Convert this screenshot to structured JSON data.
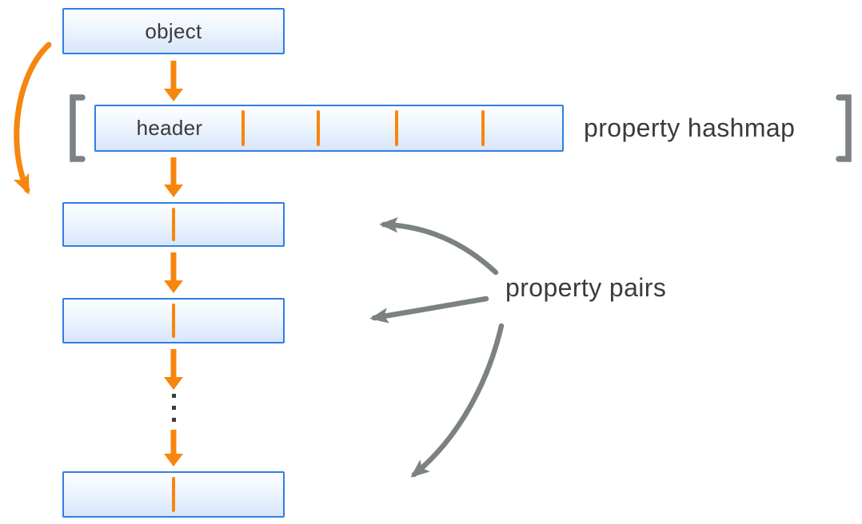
{
  "diagram": {
    "object_box": {
      "label": "object"
    },
    "hashmap_box": {
      "label": "header",
      "tick_count": 4
    },
    "hashmap_label": "property hashmap",
    "pairs_label": "property pairs",
    "pair_box_count": 3,
    "ellipsis_dot_count": 3
  },
  "colors": {
    "box_border_blue": "#2e7fe2",
    "box_fill_top": "#fdfeff",
    "box_fill_bottom": "#d7e6fa",
    "arrow_orange": "#f6860f",
    "arrow_gray": "#7c8184",
    "text_dark": "#3b3b3b"
  }
}
